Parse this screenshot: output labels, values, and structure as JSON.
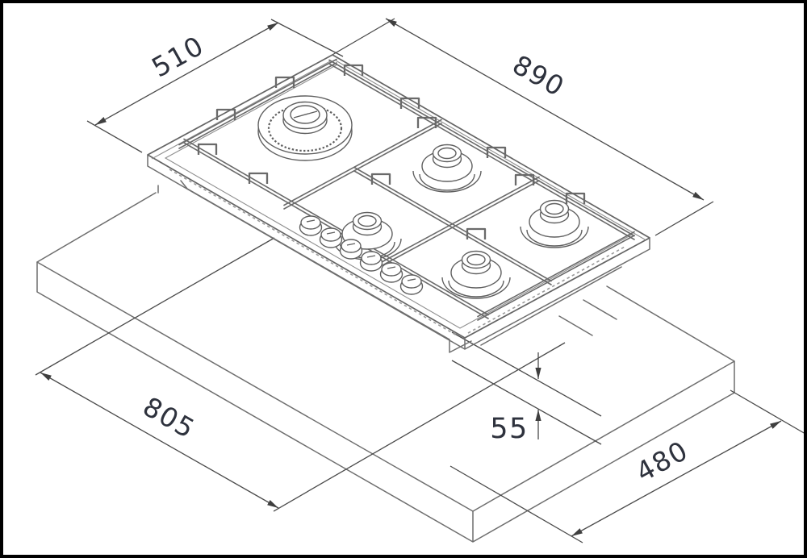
{
  "diagram": {
    "labels": {
      "hob_depth": "510",
      "hob_width": "890",
      "cutout_width": "805",
      "cutout_depth": "480",
      "under_counter_depth": "55"
    },
    "colors": {
      "background": "#ffffff",
      "frame": "#000000",
      "drawing_line": "#6e6e6e",
      "dimension_line": "#4a4a4a",
      "label_text": "#2e323d"
    }
  }
}
